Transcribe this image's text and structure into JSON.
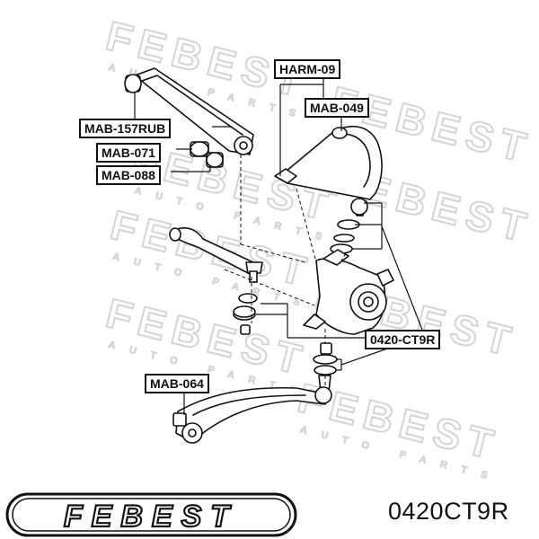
{
  "watermark": {
    "brand": "FEBEST",
    "tagline": "AUTO PARTS"
  },
  "parts": {
    "mab_157rub": "MAB-157RUB",
    "mab_071": "MAB-071",
    "mab_088": "MAB-088",
    "harm_09": "HARM-09",
    "mab_049": "MAB-049",
    "ct9r": "0420-CT9R",
    "mab_064": "MAB-064"
  },
  "footer": {
    "brand": "FEBEST",
    "part_number": "0420CT9R"
  },
  "colors": {
    "ink": "#111111",
    "watermark": "#d2d2d2",
    "background": "#ffffff"
  }
}
